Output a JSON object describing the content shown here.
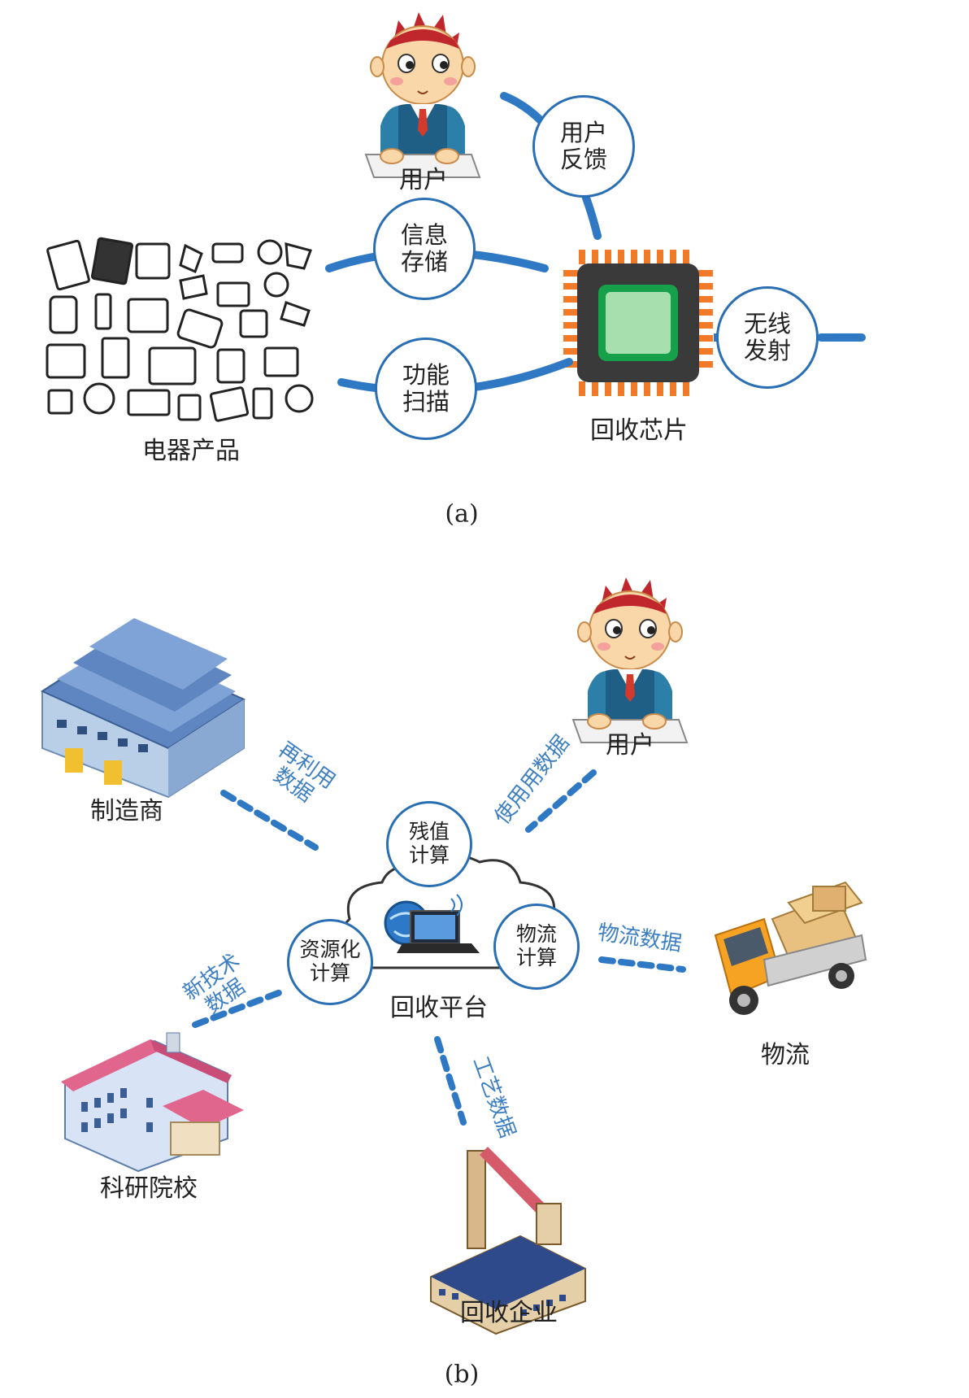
{
  "colors": {
    "arrow": "#2f78c4",
    "bubble_border": "#2a6fb3",
    "flow_text": "#3d7fc2",
    "chip_pin": "#f07a28",
    "chip_core": "#a8dfae"
  },
  "panel_a": {
    "caption": "(a)",
    "user_label": "用户",
    "products_label": "电器产品",
    "chip_label": "回收芯片",
    "bubbles": {
      "feedback": [
        "用户",
        "反馈"
      ],
      "storage": [
        "信息",
        "存储"
      ],
      "scan": [
        "功能",
        "扫描"
      ],
      "wireless": [
        "无线",
        "发射"
      ]
    }
  },
  "panel_b": {
    "caption": "(b)",
    "platform_label": "回收平台",
    "manufacturer_label": "制造商",
    "user_label": "用户",
    "logistics_label": "物流",
    "research_label": "科研院校",
    "recycler_label": "回收企业",
    "bubbles": {
      "residual": [
        "残值",
        "计算"
      ],
      "logistics_calc": [
        "物流",
        "计算"
      ],
      "resource": [
        "资源化",
        "计算"
      ]
    },
    "flows": {
      "reuse": [
        "再利用",
        "数据"
      ],
      "usage": "使用用数据",
      "logistics_data": "物流数据",
      "new_tech": [
        "新技术",
        "数据"
      ],
      "process": "工艺数据"
    }
  }
}
